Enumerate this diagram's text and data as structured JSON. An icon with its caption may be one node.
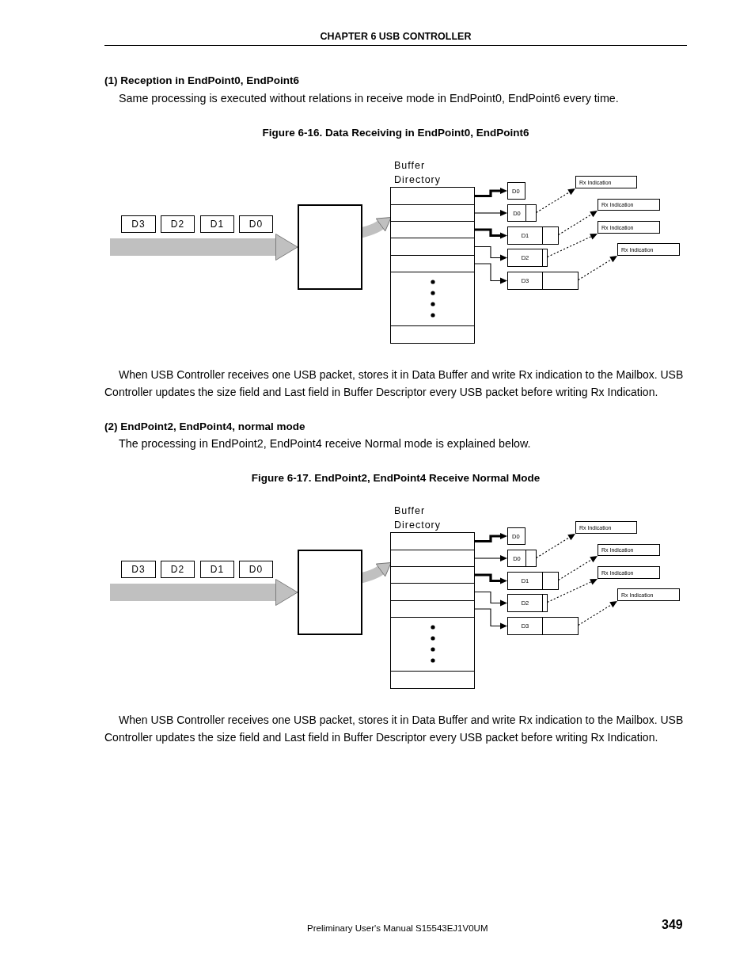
{
  "diagram": {
    "nodes": [
      {
        "text": [
          "D3"
        ]
      },
      {
        "text": [
          "D2"
        ]
      },
      {
        "text": [
          "D1"
        ]
      },
      {
        "text": [
          "D0"
        ]
      },
      {
        "text": [],
        "shape": "box"
      },
      {
        "text": [
          "Buffer Directory"
        ]
      },
      {
        "text": [],
        "shape": "box",
        "in": 5
      },
      {
        "text": [],
        "shape": "box",
        "in": 5
      },
      {
        "text": [],
        "shape": "box",
        "in": 5
      },
      {
        "text": [],
        "shape": "box",
        "in": 5
      },
      {
        "text": [],
        "shape": "box",
        "in": 5
      },
      {
        "text": [],
        "shape": "box",
        "in": 5
      },
      {
        "text": [],
        "shape": "box",
        "in": 5
      },
      {
        "text": [
          "D0"
        ]
      },
      {
        "text": [
          "D0"
        ]
      },
      {
        "text": [
          "D1"
        ]
      },
      {
        "text": [
          "D2"
        ]
      },
      {
        "text": [
          "D3"
        ]
      },
      {
        "text": [
          "Rx Indication"
        ]
      },
      {
        "text": [
          "Rx Indication"
        ]
      },
      {
        "text": [
          "Rx Indication"
        ]
      },
      {
        "text": [
          "Rx Indication"
        ]
      },
      {
        "text": [
          "D3"
        ]
      },
      {
        "text": [
          "D2"
        ]
      },
      {
        "text": [
          "D1"
        ]
      },
      {
        "text": [
          "D0"
        ]
      },
      {
        "text": [],
        "shape": "box"
      },
      {
        "text": [
          "Buffer Directory"
        ]
      },
      {
        "text": [],
        "shape": "box",
        "in": 27
      },
      {
        "text": [],
        "shape": "box",
        "in": 27
      },
      {
        "text": [],
        "shape": "box",
        "in": 27
      },
      {
        "text": [],
        "shape": "box",
        "in": 27
      },
      {
        "text": [],
        "shape": "box",
        "in": 27
      },
      {
        "text": [],
        "shape": "box",
        "in": 27
      },
      {
        "text": [],
        "shape": "box",
        "in": 27
      },
      {
        "text": [
          "D0"
        ]
      },
      {
        "text": [
          "D0"
        ]
      },
      {
        "text": [
          "D1"
        ]
      },
      {
        "text": [
          "D2"
        ]
      },
      {
        "text": [
          "D3"
        ]
      },
      {
        "text": [
          "Rx Indication"
        ]
      },
      {
        "text": [
          "Rx Indication"
        ]
      },
      {
        "text": [
          "Rx Indication"
        ]
      },
      {
        "text": [
          "Rx Indication"
        ]
      }
    ],
    "edges": [
      {
        "from": null,
        "to": 4,
        "arrow": "to",
        "style": "thick",
        "color": "#c0c0c0"
      },
      {
        "from": 4,
        "to": 5,
        "arrow": "to",
        "style": "thick",
        "color": "#c0c0c0"
      },
      {
        "from": 6,
        "to": 13,
        "arrow": "to",
        "style": "thick"
      },
      {
        "from": 7,
        "to": 14,
        "arrow": "to"
      },
      {
        "from": 8,
        "to": 15,
        "arrow": "to",
        "style": "thick"
      },
      {
        "from": 9,
        "to": 16,
        "arrow": "to"
      },
      {
        "from": 10,
        "to": 17,
        "arrow": "to"
      },
      {
        "from": 14,
        "to": 18,
        "arrow": "to",
        "style": "dashed"
      },
      {
        "from": 15,
        "to": 19,
        "arrow": "to",
        "style": "dashed"
      },
      {
        "from": 16,
        "to": 20,
        "arrow": "to",
        "style": "dashed"
      },
      {
        "from": 17,
        "to": 21,
        "arrow": "to",
        "style": "dashed"
      },
      {
        "from": null,
        "to": 26,
        "arrow": "to",
        "style": "thick",
        "color": "#c0c0c0"
      },
      {
        "from": 26,
        "to": 27,
        "arrow": "to",
        "style": "thick",
        "color": "#c0c0c0"
      },
      {
        "from": 28,
        "to": 35,
        "arrow": "to",
        "style": "thick"
      },
      {
        "from": 29,
        "to": 36,
        "arrow": "to"
      },
      {
        "from": 30,
        "to": 37,
        "arrow": "to",
        "style": "thick"
      },
      {
        "from": 31,
        "to": 38,
        "arrow": "to"
      },
      {
        "from": 32,
        "to": 39,
        "arrow": "to"
      },
      {
        "from": 36,
        "to": 40,
        "arrow": "to",
        "style": "dashed"
      },
      {
        "from": 37,
        "to": 41,
        "arrow": "to",
        "style": "dashed"
      },
      {
        "from": 38,
        "to": 42,
        "arrow": "to",
        "style": "dashed"
      },
      {
        "from": 39,
        "to": 43,
        "arrow": "to",
        "style": "dashed"
      }
    ],
    "labels": [
      "CHAPTER 6 USB CONTROLLER",
      "(1) Reception in EndPoint0, EndPoint6",
      "Same processing is executed without relations in receive mode in EndPoint0, EndPoint6 every time.",
      "Figure 6-16. Data Receiving in EndPoint0, EndPoint6",
      "When USB Controller receives one USB packet, stores it in Data Buffer and write Rx indication to the Mailbox. USB Controller updates the size field and Last field in Buffer Descriptor every USB packet before writing Rx Indication.",
      "(2) EndPoint2, EndPoint4, normal mode",
      "The processing in EndPoint2, EndPoint4 receive Normal mode is explained below.",
      "Figure 6-17. EndPoint2, EndPoint4 Receive Normal Mode",
      "When USB Controller receives one USB packet, stores it in Data Buffer and write Rx indication to the Mailbox. USB Controller updates the size field and Last field in Buffer Descriptor every USB packet before writing Rx Indication.",
      "Preliminary User's Manual S15543EJ1V0UM",
      "349"
    ]
  }
}
